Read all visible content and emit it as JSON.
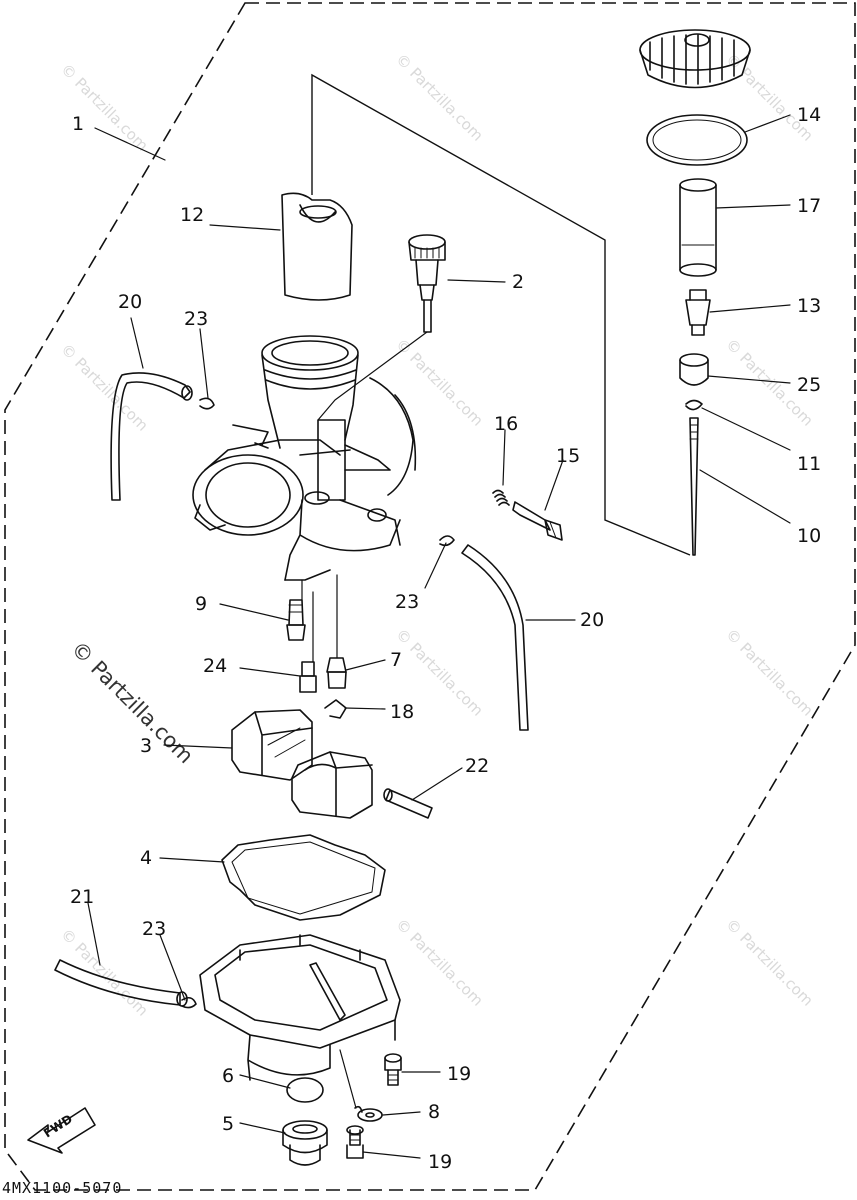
{
  "diagram": {
    "code": "4MX1100-5070",
    "fwd_label": "FWD",
    "watermark": "© Partzilla.com",
    "callouts": [
      "1",
      "2",
      "3",
      "4",
      "5",
      "6",
      "7",
      "8",
      "9",
      "10",
      "11",
      "12",
      "13",
      "14",
      "15",
      "16",
      "17",
      "18",
      "19",
      "19",
      "20",
      "20",
      "21",
      "22",
      "23",
      "23",
      "23",
      "24",
      "25"
    ]
  },
  "colors": {
    "ink": "#111111",
    "watermark": "#d9d9d9"
  }
}
